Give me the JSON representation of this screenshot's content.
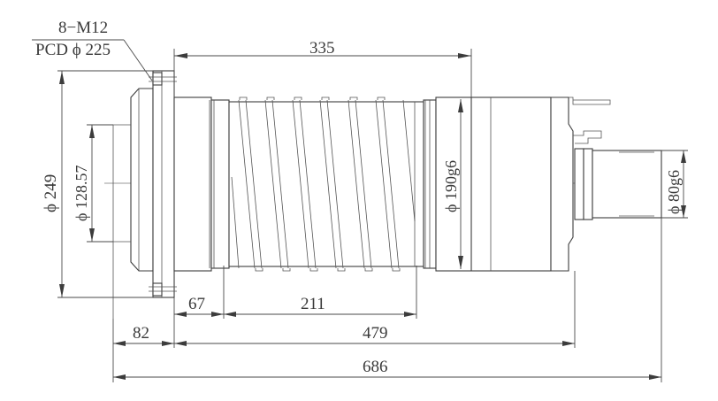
{
  "drawing": {
    "subject": "spindle motor outline drawing",
    "callout": {
      "line1": "8−M12",
      "line2": "PCD ϕ 225"
    },
    "dimensions": {
      "top_length": "335",
      "flange_diameter": "ϕ 249",
      "pilot_diameter": "ϕ 128.57",
      "housing_diameter": "ϕ 190g6",
      "shaft_diameter": "ϕ 80g6",
      "offset_67": "67",
      "thread_211": "211",
      "flange_82": "82",
      "body_479": "479",
      "overall_686": "686"
    },
    "colors": {
      "line": "#3c3c3c",
      "background": "#ffffff"
    }
  }
}
